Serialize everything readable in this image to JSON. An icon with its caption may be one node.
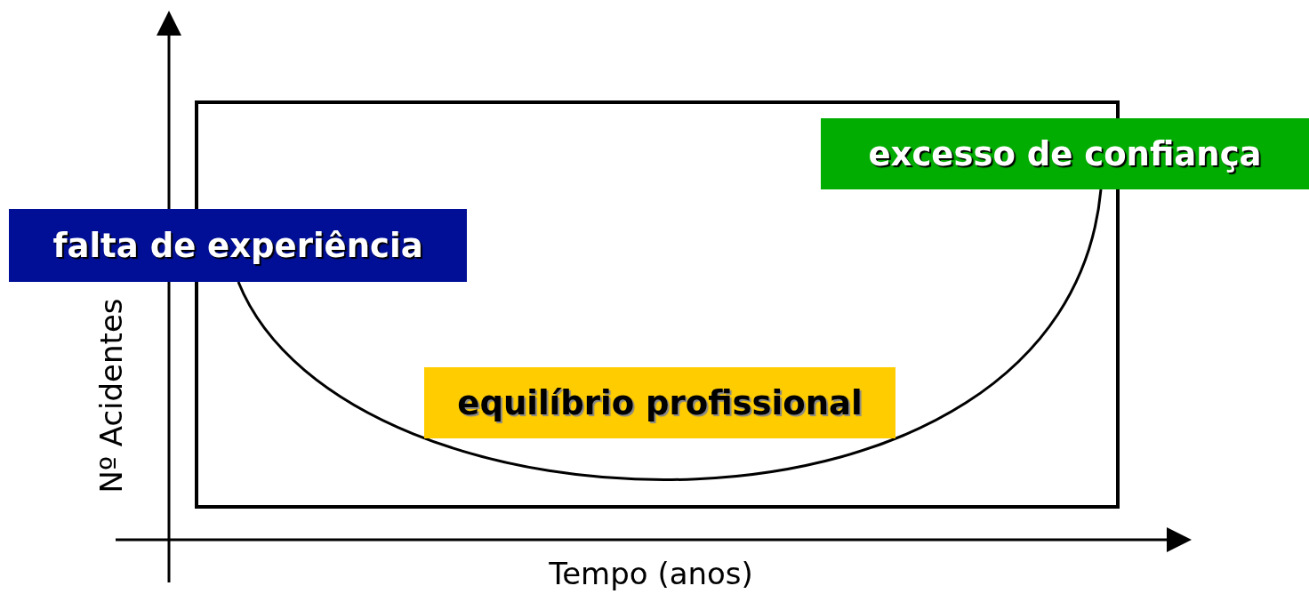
{
  "diagram": {
    "nodes": [
      {
        "text": [
          "falta de experiência"
        ]
      },
      {
        "text": [
          "equilíbrio profissional"
        ]
      },
      {
        "text": [
          "excesso de confiança"
        ]
      }
    ],
    "edges": [
      {
        "from": 0,
        "to": 2,
        "arrow": "none"
      }
    ],
    "labels": [
      "Nº Acidentes",
      "Tempo (anos)"
    ]
  }
}
